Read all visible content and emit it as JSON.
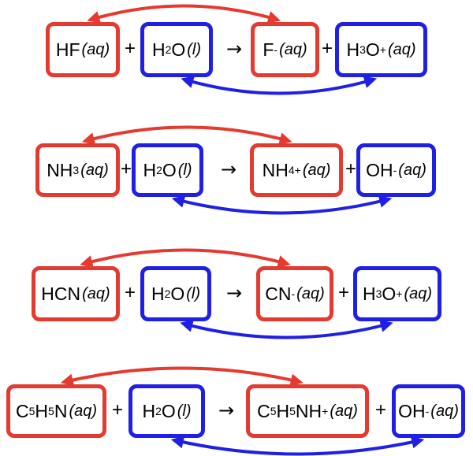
{
  "colors": {
    "acid_box": "#e53a30",
    "base_box": "#1f1fe6",
    "text": "#000000"
  },
  "reactions": [
    {
      "reactant_1": {
        "parts": [
          [
            "t",
            "HF"
          ]
        ],
        "state": "(aq)",
        "role": "acid"
      },
      "reactant_2": {
        "parts": [
          [
            "t",
            "H"
          ],
          [
            "sub",
            "2"
          ],
          [
            "t",
            "O"
          ]
        ],
        "state": "(l)",
        "role": "base"
      },
      "product_1": {
        "parts": [
          [
            "t",
            "F"
          ],
          [
            "sup",
            "-"
          ]
        ],
        "state": "(aq)",
        "role": "acid"
      },
      "product_2": {
        "parts": [
          [
            "t",
            "H"
          ],
          [
            "sub",
            "3"
          ],
          [
            "t",
            "O"
          ],
          [
            "sup",
            "+"
          ]
        ],
        "state": "(aq)",
        "role": "base"
      },
      "plus": "+",
      "arrow": "→"
    },
    {
      "reactant_1": {
        "parts": [
          [
            "t",
            "NH"
          ],
          [
            "sub",
            "3"
          ]
        ],
        "state": "(aq)",
        "role": "acid"
      },
      "reactant_2": {
        "parts": [
          [
            "t",
            "H"
          ],
          [
            "sub",
            "2"
          ],
          [
            "t",
            "O"
          ]
        ],
        "state": "(l)",
        "role": "base"
      },
      "product_1": {
        "parts": [
          [
            "t",
            "NH"
          ],
          [
            "sub",
            "4"
          ],
          [
            "sup",
            "+"
          ]
        ],
        "state": "(aq)",
        "role": "acid"
      },
      "product_2": {
        "parts": [
          [
            "t",
            "OH"
          ],
          [
            "sup",
            "-"
          ]
        ],
        "state": "(aq)",
        "role": "base"
      },
      "plus": "+",
      "arrow": "→"
    },
    {
      "reactant_1": {
        "parts": [
          [
            "t",
            "HCN"
          ]
        ],
        "state": "(aq)",
        "role": "acid"
      },
      "reactant_2": {
        "parts": [
          [
            "t",
            "H"
          ],
          [
            "sub",
            "2"
          ],
          [
            "t",
            "O"
          ]
        ],
        "state": "(l)",
        "role": "base"
      },
      "product_1": {
        "parts": [
          [
            "t",
            "CN"
          ],
          [
            "sup",
            "-"
          ]
        ],
        "state": "(aq)",
        "role": "acid"
      },
      "product_2": {
        "parts": [
          [
            "t",
            "H"
          ],
          [
            "sub",
            "3"
          ],
          [
            "t",
            "O"
          ],
          [
            "sup",
            "+"
          ]
        ],
        "state": "(aq)",
        "role": "base"
      },
      "plus": "+",
      "arrow": "→"
    },
    {
      "reactant_1": {
        "parts": [
          [
            "t",
            "C"
          ],
          [
            "sub",
            "5"
          ],
          [
            "t",
            "H"
          ],
          [
            "sub",
            "5"
          ],
          [
            "t",
            "N"
          ]
        ],
        "state": "(aq)",
        "role": "acid"
      },
      "reactant_2": {
        "parts": [
          [
            "t",
            "H"
          ],
          [
            "sub",
            "2"
          ],
          [
            "t",
            "O"
          ]
        ],
        "state": "(l)",
        "role": "base"
      },
      "product_1": {
        "parts": [
          [
            "t",
            "C"
          ],
          [
            "sub",
            "5"
          ],
          [
            "t",
            "H"
          ],
          [
            "sub",
            "5"
          ],
          [
            "t",
            "NH"
          ],
          [
            "sup",
            "+"
          ]
        ],
        "state": "(aq)",
        "role": "acid"
      },
      "product_2": {
        "parts": [
          [
            "t",
            "OH"
          ],
          [
            "sup",
            "-"
          ]
        ],
        "state": "(aq)",
        "role": "base"
      },
      "plus": "+",
      "arrow": "→"
    }
  ]
}
